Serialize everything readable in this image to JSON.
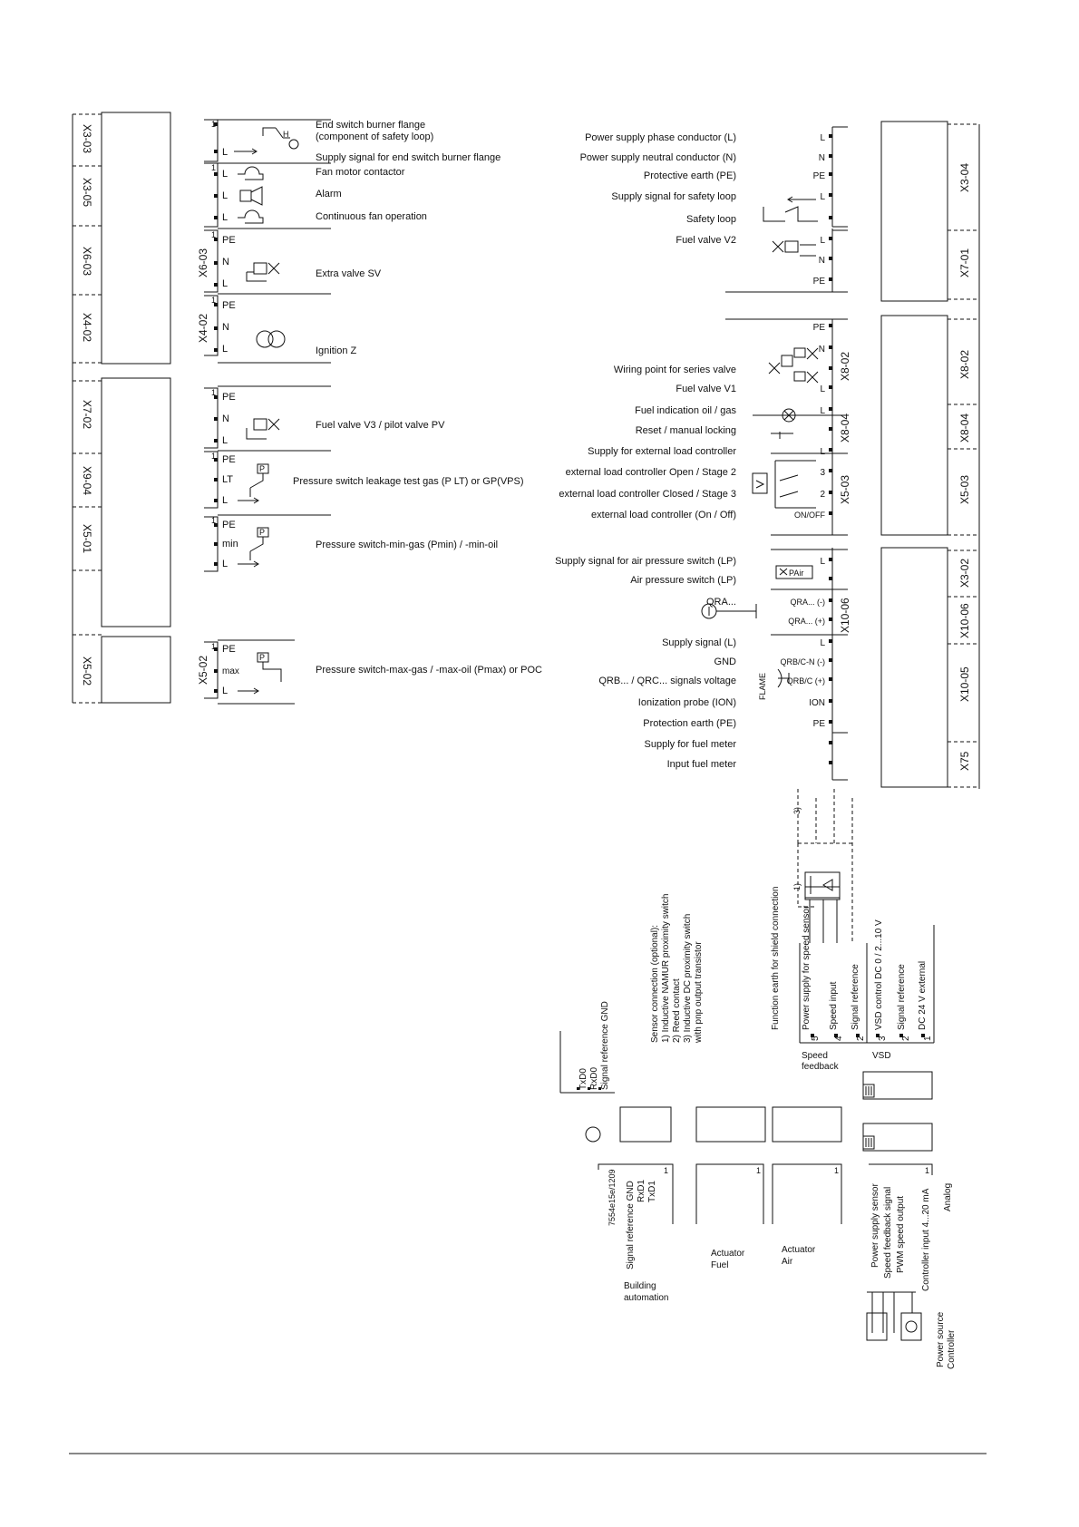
{
  "left_connectors": [
    "X3-03",
    "X3-05",
    "X6-03",
    "X4-02",
    "X7-02",
    "X9-04",
    "X5-01",
    "X5-02"
  ],
  "left_groups": [
    {
      "tag": "",
      "pins": [
        "L"
      ],
      "desc": [
        "End switch burner flange",
        "(component of safety loop)",
        "Supply signal for end switch burner flange"
      ]
    },
    {
      "tag": "",
      "pins": [
        "L",
        "L",
        "L"
      ],
      "desc": [
        "Fan motor contactor",
        "Alarm",
        "Continuous fan operation"
      ]
    },
    {
      "tag": "X6-03",
      "pins": [
        "PE",
        "N",
        "L"
      ],
      "desc": [
        "Extra valve SV"
      ]
    },
    {
      "tag": "X4-02",
      "pins": [
        "PE",
        "N",
        "L"
      ],
      "desc": [
        "Ignition Z"
      ]
    },
    {
      "tag": "",
      "pins": [
        "PE",
        "N",
        "L"
      ],
      "desc": [
        "Fuel valve V3 / pilot valve PV"
      ]
    },
    {
      "tag": "",
      "pins": [
        "PE",
        "LT",
        "L"
      ],
      "desc": [
        "Pressure switch leakage test gas (P LT) or GP(VPS)"
      ]
    },
    {
      "tag": "",
      "pins": [
        "PE",
        "min",
        "L"
      ],
      "desc": [
        "Pressure switch-min-gas (Pmin) / -min-oil"
      ]
    },
    {
      "tag": "X5-02",
      "pins": [
        "PE",
        "max",
        "L"
      ],
      "desc": [
        "Pressure switch-max-gas / -max-oil (Pmax) or POC"
      ]
    }
  ],
  "right_connectors": [
    "X3-04",
    "X7-01",
    "X8-02",
    "X8-04",
    "X5-03",
    "X3-02",
    "X10-06",
    "X10-05",
    "X75"
  ],
  "right_tags": [
    "X8-02",
    "X8-04",
    "X5-03",
    "X10-06"
  ],
  "right_rows": [
    {
      "desc": "Power supply phase conductor (L)",
      "pin": "L"
    },
    {
      "desc": "Power supply neutral conductor (N)",
      "pin": "N"
    },
    {
      "desc": "Protective earth (PE)",
      "pin": "PE"
    },
    {
      "desc": "Supply signal for safety loop",
      "pin": "L"
    },
    {
      "desc": "Safety loop",
      "pin": ""
    },
    {
      "desc": "Fuel valve V2",
      "pin": "L"
    },
    {
      "desc": "",
      "pin": "N"
    },
    {
      "desc": "",
      "pin": "PE"
    },
    {
      "desc": "",
      "pin": "PE"
    },
    {
      "desc": "",
      "pin": "N"
    },
    {
      "desc": "Wiring point for series valve",
      "pin": ""
    },
    {
      "desc": "Fuel valve V1",
      "pin": "L"
    },
    {
      "desc": "Fuel indication oil / gas",
      "pin": "L"
    },
    {
      "desc": "Reset / manual locking",
      "pin": ""
    },
    {
      "desc": "Supply for external load controller",
      "pin": "L"
    },
    {
      "desc": "external load controller Open / Stage 2",
      "pin": "3"
    },
    {
      "desc": "external load controller Closed / Stage 3",
      "pin": "2"
    },
    {
      "desc": "external load controller (On / Off)",
      "pin": "ON/OFF"
    },
    {
      "desc": "Supply signal for air pressure switch (LP)",
      "pin": "L"
    },
    {
      "desc": "Air pressure switch (LP)",
      "pin": ""
    },
    {
      "desc": "QRA...",
      "pin": "QRA... (-)"
    },
    {
      "desc": "",
      "pin": "QRA... (+)"
    },
    {
      "desc": "Supply signal (L)",
      "pin": "L"
    },
    {
      "desc": "GND",
      "pin": "QRB/C-N (-)"
    },
    {
      "desc": "QRB... / QRC... signals voltage",
      "pin": "QRB/C (+)"
    },
    {
      "desc": "Ionization probe (ION)",
      "pin": "ION"
    },
    {
      "desc": "Protection earth (PE)",
      "pin": "PE"
    },
    {
      "desc": "Supply for fuel meter",
      "pin": ""
    },
    {
      "desc": "Input fuel meter",
      "pin": ""
    }
  ],
  "symbols": {
    "pair": "PAir",
    "flame": "FLAME",
    "sensor_top": "3)",
    "sensor_mid": "1)"
  },
  "bottom": {
    "bus_labels": [
      "TxD0",
      "RxD0",
      "Signal reference GND"
    ],
    "sensor_note": [
      "Sensor connection (optional):",
      "1) Inductive NAMUR proximity switch",
      "2) Reed contact",
      "3) Inductive DC proximity switch",
      "with pnp output transistor"
    ],
    "speed_labels": [
      "Function earth for shield connection",
      "Power supply for speed sensor",
      "Speed input",
      "Signal reference"
    ],
    "speed_pins": [
      "5",
      "4",
      "2"
    ],
    "vsd_labels": [
      "VSD control DC 0 / 2...10 V",
      "Signal reference",
      "DC 24 V external"
    ],
    "vsd_pins": [
      "3",
      "2",
      "1"
    ],
    "speed_feedback": [
      "Speed",
      "feedback"
    ],
    "vsd": "VSD",
    "ba_labels": [
      "Signal reference GND",
      "RxD1",
      "TxD1"
    ],
    "doc_code": "7554e15e/1209",
    "building_automation": [
      "Building",
      "automation"
    ],
    "actuator_fuel": [
      "Actuator",
      "Fuel"
    ],
    "actuator_air": [
      "Actuator",
      "Air"
    ],
    "analog_labels": [
      "Power supply sensor",
      "Speed feedback signal",
      "PWM speed output",
      "Controller input 4...20 mA"
    ],
    "analog": "Analog",
    "power_source": [
      "Power source",
      "Controller"
    ]
  }
}
